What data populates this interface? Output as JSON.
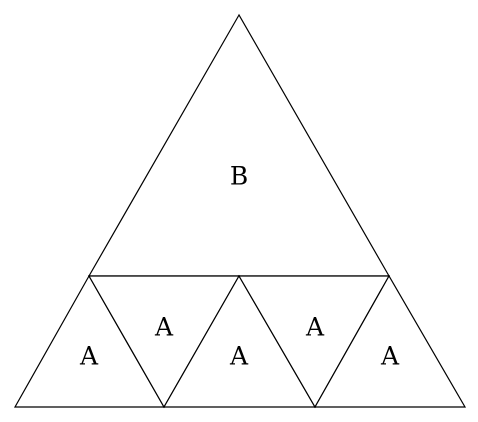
{
  "labels": {
    "top_triangle": "B",
    "small_triangles": [
      "A",
      "A",
      "A",
      "A",
      "A"
    ]
  }
}
